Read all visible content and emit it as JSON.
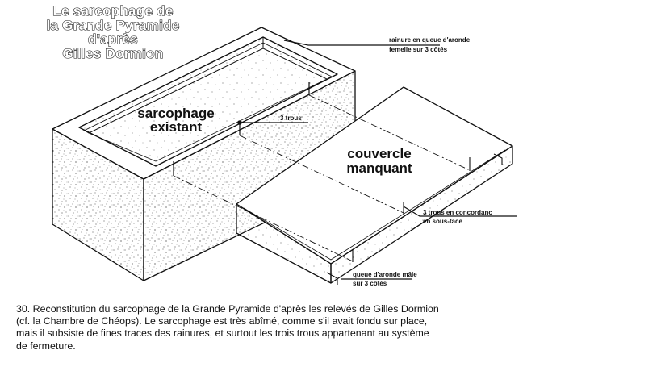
{
  "title": {
    "lines": [
      "Le sarcophage de",
      "la Grande Pyramide",
      "d'après",
      "Gilles Dormion"
    ]
  },
  "labels": {
    "sarcophage_line1": "sarcophage",
    "sarcophage_line2": "existant",
    "couvercle_line1": "couvercle",
    "couvercle_line2": "manquant",
    "rainure_line1": "rainure en queue d'aronde",
    "rainure_line2": "femelle sur 3 côtés",
    "trous": "3 trous",
    "trous_concordance_line1": "3 trous en concordanc",
    "trous_concordance_line2": "en sous-face",
    "queue_line1": "queue d'aronde mâle",
    "queue_line2": "sur 3 côtés"
  },
  "caption": {
    "lines": [
      "30. Reconstitution du sarcophage de la Grande Pyramide d'après les relevés de Gilles Dormion",
      "(cf. la Chambre de Chéops). Le sarcophage est très abîmé, comme s'il avait fondu sur place,",
      "mais il subsiste de fines traces des rainures, et surtout les trois trous appartenant au système",
      "de fermeture."
    ]
  },
  "colors": {
    "ink": "#111111",
    "paper": "#ffffff"
  }
}
